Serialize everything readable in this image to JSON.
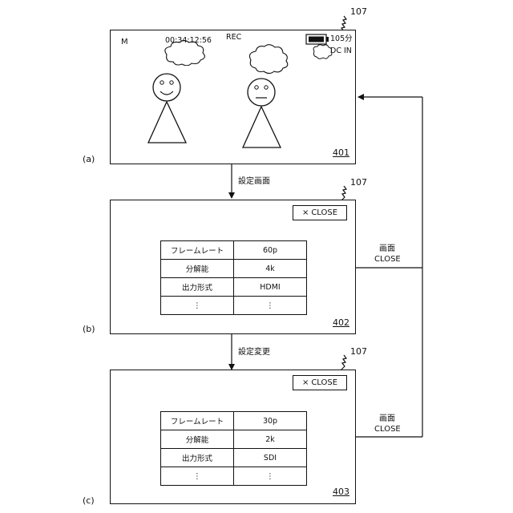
{
  "ref_number": "107",
  "panels": [
    {
      "label": "(a)",
      "ref": "401",
      "mode": "M",
      "timecode": "00:34:12:56",
      "rec": "REC",
      "battery": "105分",
      "dc_in": "DC IN"
    },
    {
      "label": "(b)",
      "ref": "402",
      "close_label": "CLOSE",
      "close_glyph": "×",
      "rows": [
        {
          "name": "フレームレート",
          "value": "60p"
        },
        {
          "name": "分解能",
          "value": "4k"
        },
        {
          "name": "出力形式",
          "value": "HDMI"
        },
        {
          "name": "⋮",
          "value": "⋮"
        }
      ]
    },
    {
      "label": "(c)",
      "ref": "403",
      "close_label": "CLOSE",
      "close_glyph": "×",
      "rows": [
        {
          "name": "フレームレート",
          "value": "30p"
        },
        {
          "name": "分解能",
          "value": "2k"
        },
        {
          "name": "出力形式",
          "value": "SDI"
        },
        {
          "name": "⋮",
          "value": "⋮"
        }
      ]
    }
  ],
  "arrows": {
    "a_to_b": "設定画面",
    "b_to_c": "設定変更",
    "close_line1": "画面",
    "close_line2": "CLOSE"
  }
}
